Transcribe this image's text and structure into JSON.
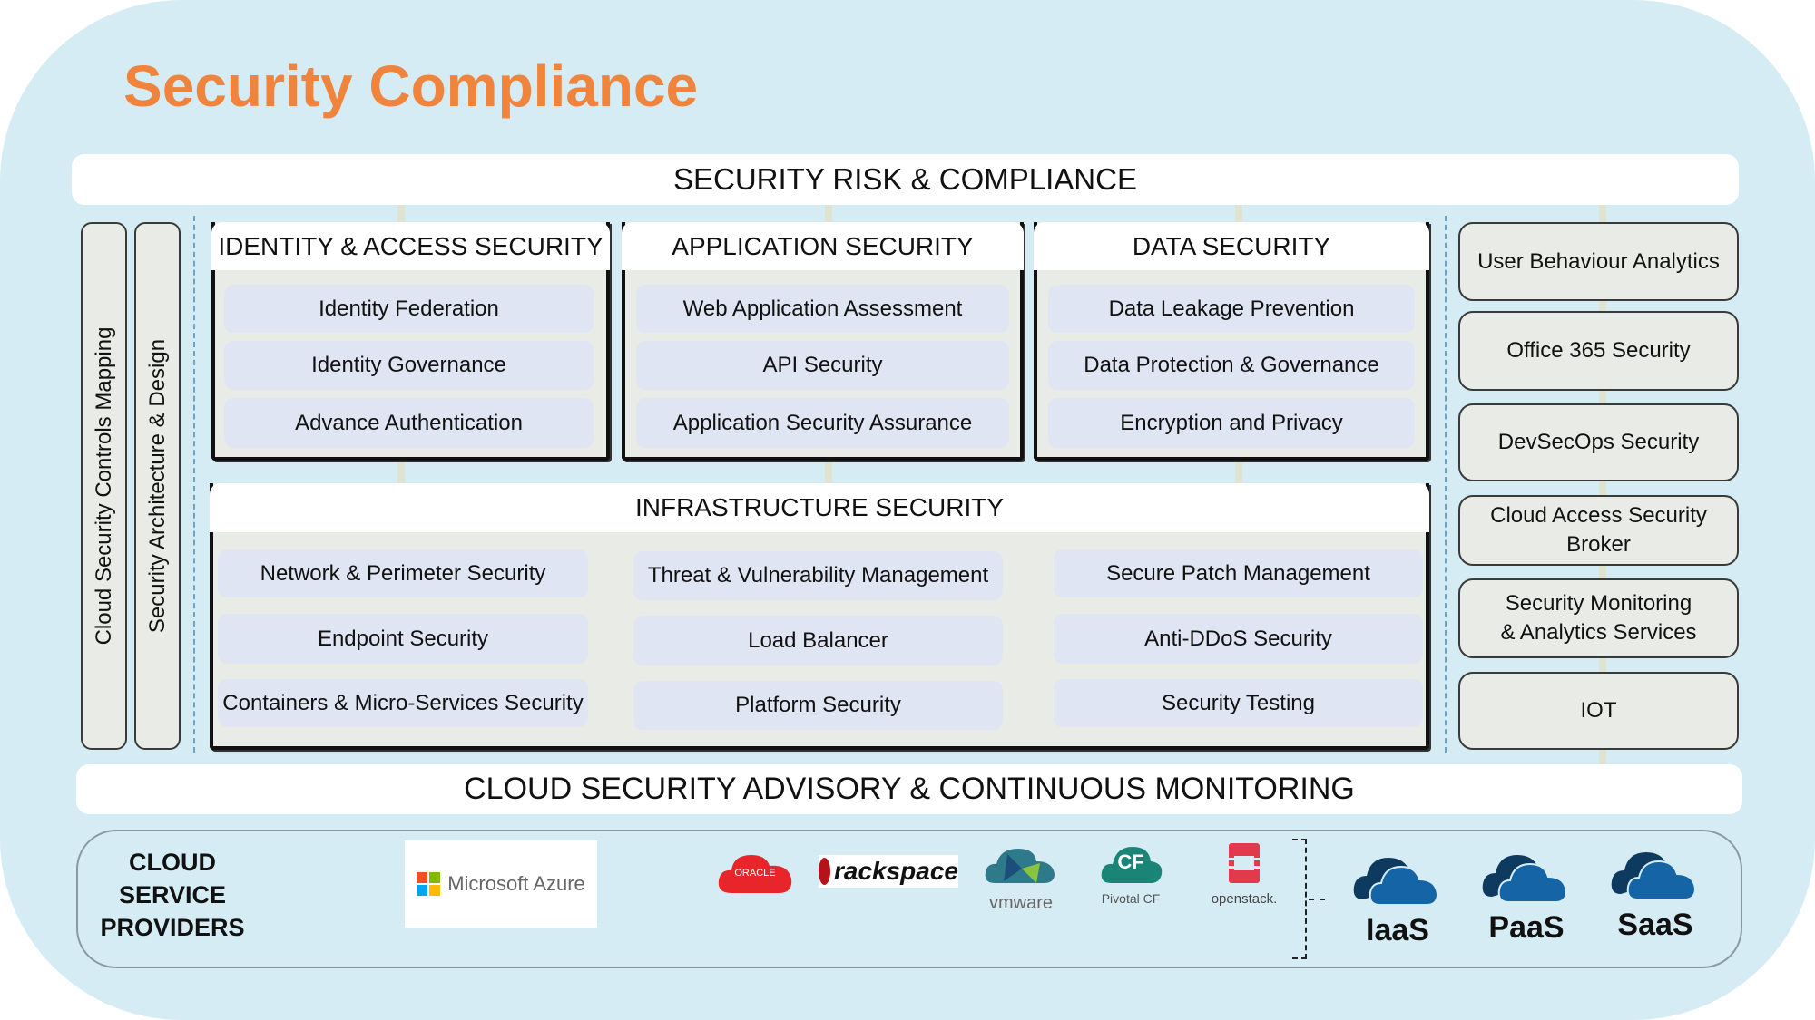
{
  "title": "Security Compliance",
  "top_bar": "SECURITY RISK & COMPLIANCE",
  "left_vertical": [
    "Cloud Security Controls Mapping",
    "Security Architecture & Design"
  ],
  "panels": [
    {
      "title": "IDENTITY & ACCESS SECURITY",
      "items": [
        "Identity Federation",
        "Identity Governance",
        "Advance Authentication"
      ]
    },
    {
      "title": "APPLICATION SECURITY",
      "items": [
        "Web Application Assessment",
        "API Security",
        "Application Security Assurance"
      ]
    },
    {
      "title": "DATA SECURITY",
      "items": [
        "Data Leakage Prevention",
        "Data Protection & Governance",
        "Encryption and Privacy"
      ]
    }
  ],
  "infrastructure": {
    "title": "INFRASTRUCTURE SECURITY",
    "columns": [
      [
        "Network & Perimeter Security",
        "Endpoint Security",
        "Containers & Micro-Services Security"
      ],
      [
        "Threat & Vulnerability Management",
        "Load Balancer",
        "Platform Security"
      ],
      [
        "Secure Patch Management",
        "Anti-DDoS Security",
        "Security Testing"
      ]
    ]
  },
  "right_stack": [
    "User Behaviour Analytics",
    "Office 365  Security",
    "DevSecOps Security",
    "Cloud Access Security Broker",
    "Security Monitoring & Analytics Services",
    "IOT"
  ],
  "bottom_bar": "CLOUD SECURITY ADVISORY & CONTINUOUS MONITORING",
  "providers": {
    "label": [
      "CLOUD",
      "SERVICE",
      "PROVIDERS"
    ],
    "logos": {
      "azure": "Microsoft Azure",
      "oracle": "ORACLE",
      "rackspace": "rackspace",
      "vmware": "vmware",
      "pivotal_cf_badge": "CF",
      "pivotal_cf": "Pivotal CF",
      "openstack": "openstack."
    },
    "service_models": [
      "IaaS",
      "PaaS",
      "SaaS"
    ]
  },
  "colors": {
    "title": "#f0843c",
    "background": "#d5ecf4",
    "item": "#dfe5f3",
    "cloud_dark": "#0f3a5f",
    "cloud_light": "#1565a6"
  }
}
